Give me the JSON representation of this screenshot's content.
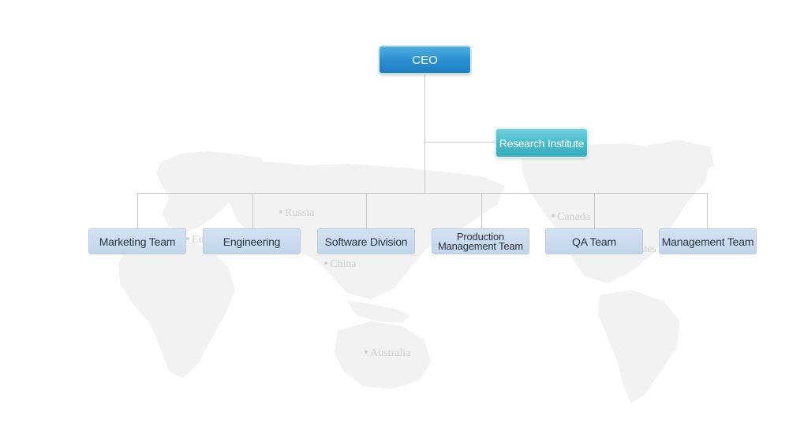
{
  "chart": {
    "root": "CEO",
    "side_node": "Research Institute",
    "teams": [
      {
        "label": "Marketing Team"
      },
      {
        "label": "Engineering"
      },
      {
        "label": "Software Division"
      },
      {
        "label": "Production\nManagement Team"
      },
      {
        "label": "QA Team"
      },
      {
        "label": "Management Team"
      }
    ]
  },
  "map_labels": {
    "russia": "Russia",
    "china": "China",
    "australia": "Australia",
    "canada": "Canada",
    "europe_partial": "Eu",
    "states_partial": "ates"
  },
  "colors": {
    "ceo": "#2b8fd0",
    "research_institute": "#44b9c9",
    "team_box": "#c3d6ea",
    "connector": "#c8c8c8",
    "map": "#f1f1f1"
  }
}
